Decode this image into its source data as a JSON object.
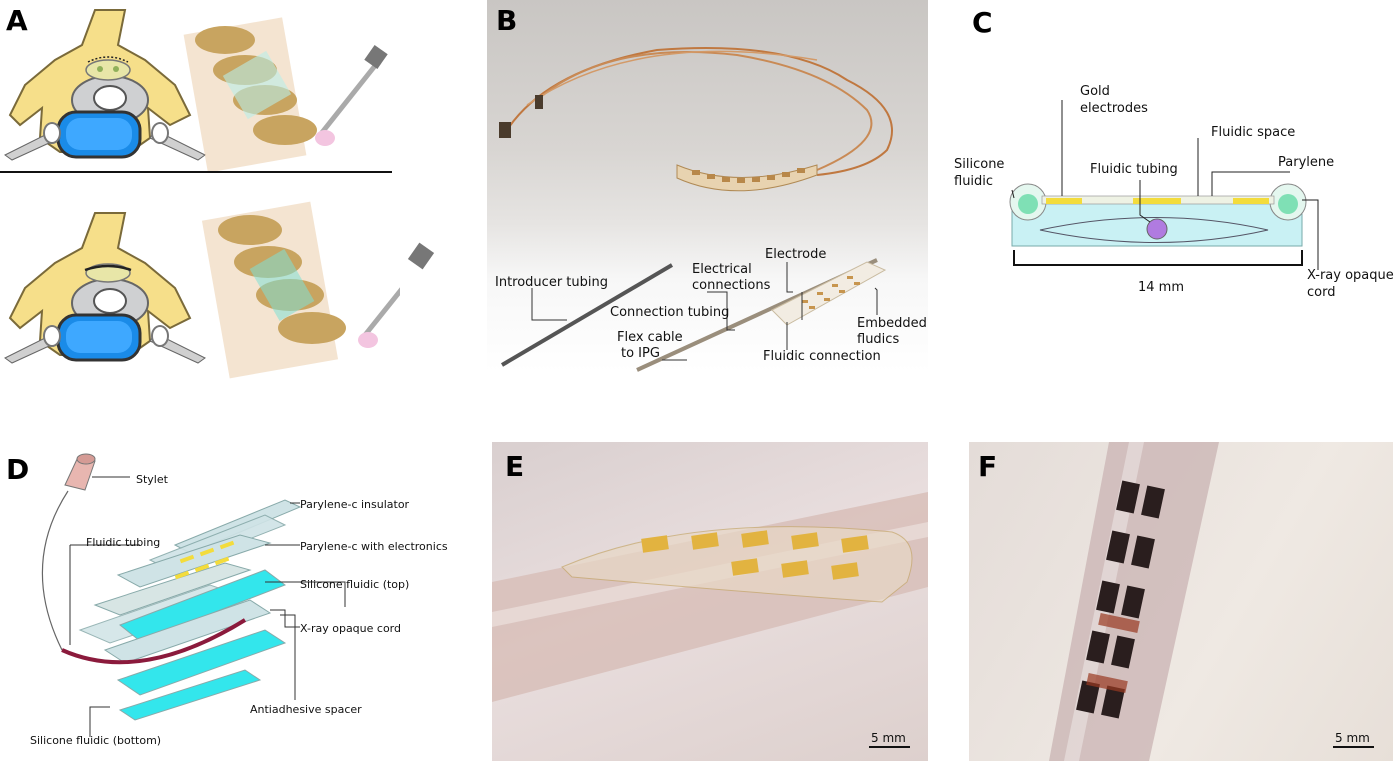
{
  "panels": {
    "A": {
      "letter": "A"
    },
    "B": {
      "letter": "B",
      "labels": {
        "introducer_tubing": "Introducer tubing",
        "electrical_connections_1": "Electrical",
        "electrical_connections_2": "connections",
        "electrode": "Electrode",
        "connection_tubing": "Connection tubing",
        "embedded_fluidics_1": "Embedded",
        "embedded_fluidics_2": "fludics",
        "flex_cable_1": "Flex cable",
        "flex_cable_2": "to IPG",
        "fluidic_connection": "Fluidic connection"
      }
    },
    "C": {
      "letter": "C",
      "labels": {
        "gold_electrodes_1": "Gold",
        "gold_electrodes_2": "electrodes",
        "fluidic_space": "Fluidic space",
        "silicone_fluidic_1": "Silicone",
        "silicone_fluidic_2": "fluidic",
        "fluidic_tubing": "Fluidic tubing",
        "parylene": "Parylene",
        "width": "14 mm",
        "xray_cord_1": "X-ray opaque",
        "xray_cord_2": "cord"
      },
      "colors": {
        "silicone": "#c9f1f4",
        "gold": "#f3dc3c",
        "tubing": "#b07be0",
        "cord": "#7fe0b5"
      }
    },
    "D": {
      "letter": "D",
      "labels": {
        "stylet": "Stylet",
        "parylene_insulator": "Parylene-c insulator",
        "fluidic_tubing": "Fluidic tubing",
        "parylene_electronics": "Parylene-c with electronics",
        "silicone_top": "Silicone fluidic (top)",
        "xray_cord": "X-ray opaque cord",
        "antiadhesive_spacer": "Antiadhesive spacer",
        "silicone_bottom": "Silicone fluidic (bottom)"
      },
      "colors": {
        "parylene": "#cfe3e6",
        "silicone": "#33e6ec",
        "gold": "#f3dc3c",
        "tubing": "#8b1a3c"
      }
    },
    "E": {
      "letter": "E",
      "scale": "5 mm"
    },
    "F": {
      "letter": "F",
      "scale": "5 mm"
    }
  }
}
